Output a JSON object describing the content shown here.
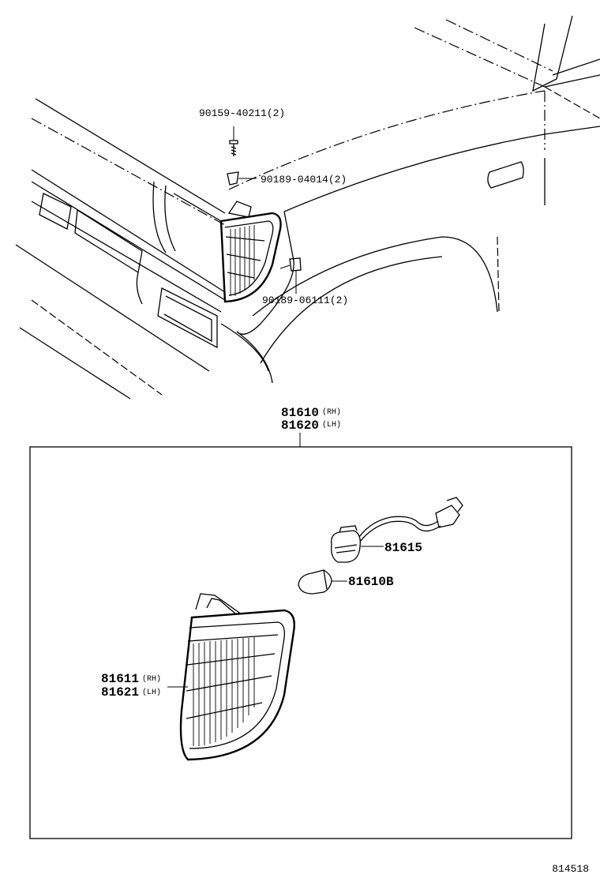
{
  "callouts": {
    "screw": "90159-40211(2)",
    "clip_upper": "90189-04014(2)",
    "clip_lower": "90189-06111(2)",
    "assembly_rh_num": "81610",
    "assembly_rh_side": "(RH)",
    "assembly_lh_num": "81620",
    "assembly_lh_side": "(LH)",
    "socket": "81615",
    "bulb": "81610B",
    "lens_rh_num": "81611",
    "lens_rh_side": "(RH)",
    "lens_lh_num": "81621",
    "lens_lh_side": "(LH)"
  },
  "catalog_number": "814518"
}
